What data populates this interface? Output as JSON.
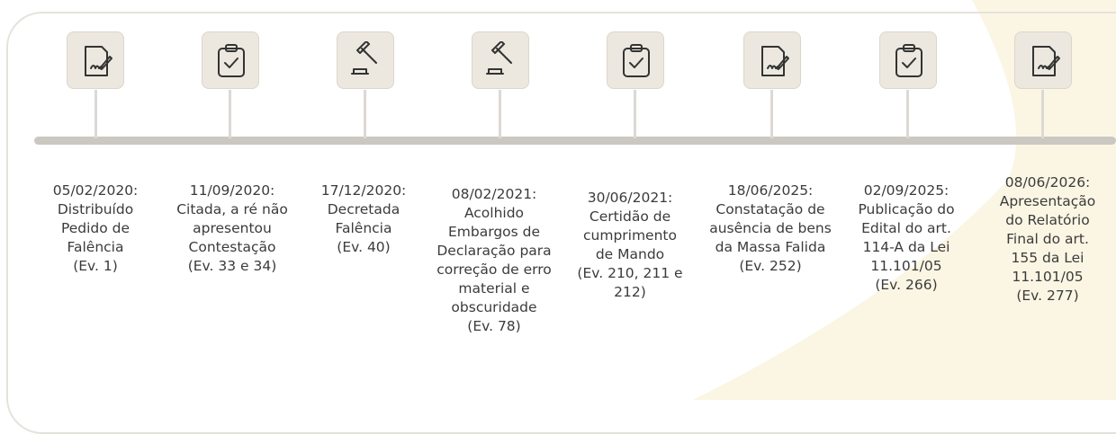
{
  "timeline": {
    "events": [
      {
        "date": "05/02/2020:",
        "desc": "Distribuído Pedido de Falência",
        "ref": "(Ev. 1)",
        "icon": "document-signature-icon"
      },
      {
        "date": "11/09/2020:",
        "desc": "Citada, a ré não apresentou Contestação",
        "ref": "(Ev. 33 e 34)",
        "icon": "clipboard-check-icon"
      },
      {
        "date": "17/12/2020:",
        "desc": "Decretada Falência",
        "ref": "(Ev. 40)",
        "icon": "gavel-icon"
      },
      {
        "date": "08/02/2021:",
        "desc": "Acolhido Embargos de Declaração para correção de erro material e obscuridade",
        "ref": "(Ev. 78)",
        "icon": "gavel-icon"
      },
      {
        "date": "30/06/2021:",
        "desc": "Certidão de cumprimento de Mando",
        "ref": "(Ev. 210, 211 e 212)",
        "icon": "clipboard-check-icon"
      },
      {
        "date": "18/06/2025:",
        "desc": "Constatação de ausência de bens da Massa Falida",
        "ref": "(Ev. 252)",
        "icon": "document-signature-icon"
      },
      {
        "date": "02/09/2025:",
        "desc": "Publicação do Edital do art. 114-A da Lei 11.101/05",
        "ref": "(Ev. 266)",
        "icon": "clipboard-check-icon"
      },
      {
        "date": "08/06/2026:",
        "desc": "Apresentação do Relatório Final do art. 155 da Lei 11.101/05",
        "ref": "(Ev. 277)",
        "icon": "document-signature-icon"
      }
    ]
  },
  "colors": {
    "icon_bg": "#ece8df",
    "axis": "#cbc7c1",
    "text": "#3b3b3b",
    "accent_decoration": "#f7efd2"
  }
}
